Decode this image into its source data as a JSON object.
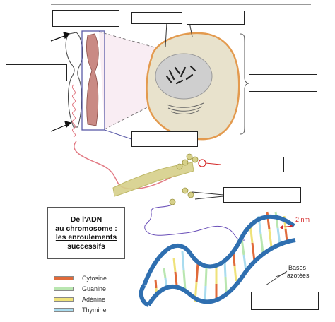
{
  "title": {
    "line1": "De l'ADN",
    "line2": "au chromosome :",
    "line3": "les enroulements",
    "line4": "successifs"
  },
  "legend": [
    {
      "label": "Cytosine",
      "color": "#e06a3a"
    },
    {
      "label": "Guanine",
      "color": "#b9e6b0"
    },
    {
      "label": "Adénine",
      "color": "#efe27a"
    },
    {
      "label": "Thymine",
      "color": "#a9dcef"
    }
  ],
  "annotations": {
    "scale": "2 nm",
    "bases_line1": "Bases",
    "bases_line2": "azotées"
  },
  "colors": {
    "chromatid": "#c98a84",
    "cytoplasm": "#e8e2cc",
    "membrane": "#e39a4e",
    "nucleus": "#cfcfcf",
    "helix_backbone": "#2f6fb0",
    "fiber": "#e27a84",
    "solenoid": "#d6d08a"
  }
}
